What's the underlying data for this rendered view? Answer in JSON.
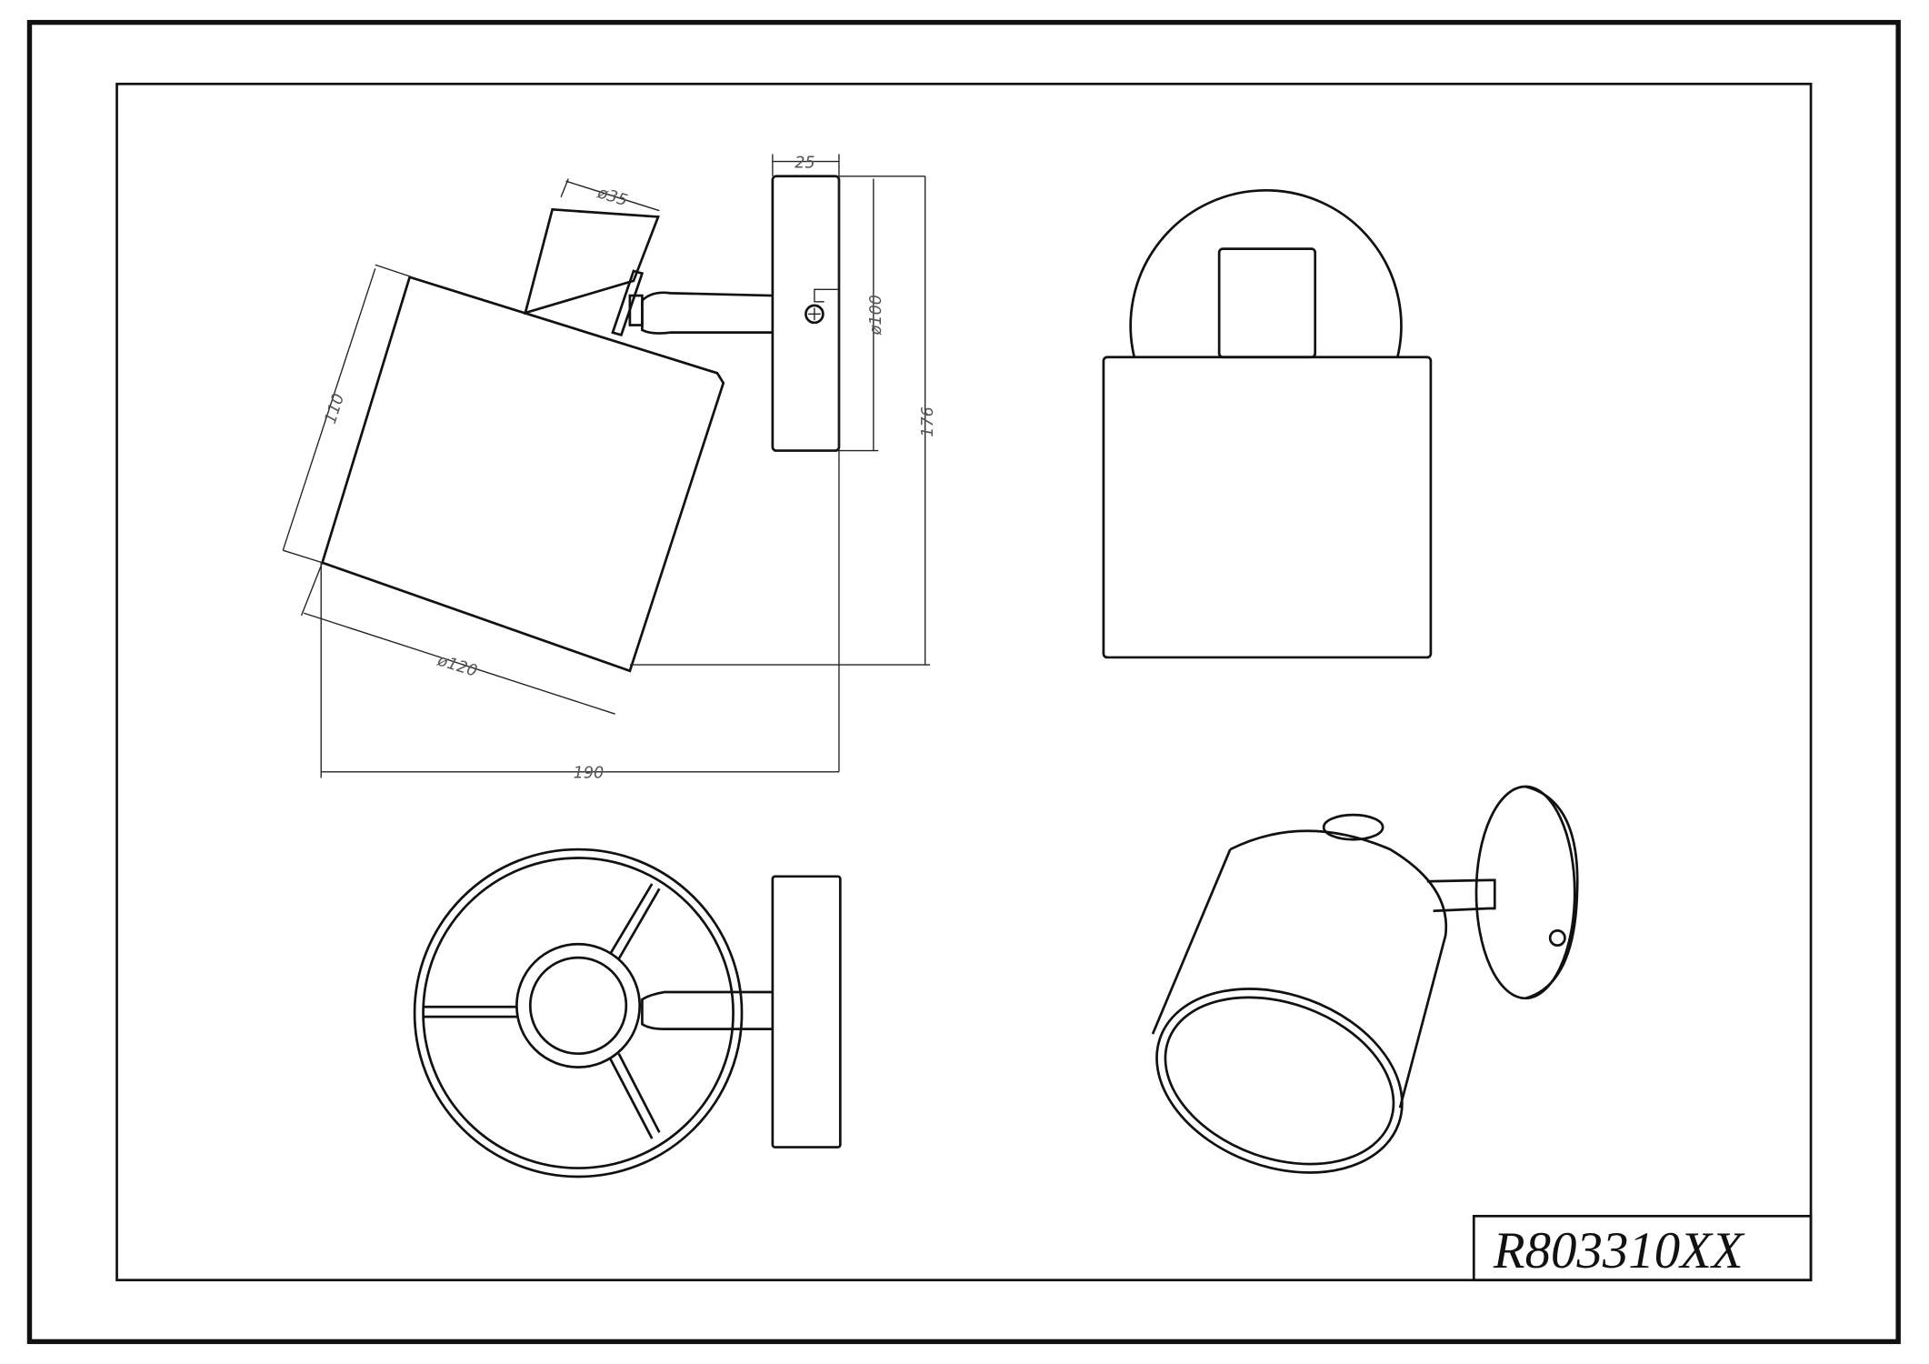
{
  "title_block": {
    "product_code": "R803310XX"
  },
  "dimensions": {
    "plate_depth": "25",
    "collar_diameter": "ø35",
    "plate_diameter": "ø100",
    "total_height": "176",
    "shade_length": "110",
    "shade_diameter": "ø120",
    "total_projection": "190"
  }
}
